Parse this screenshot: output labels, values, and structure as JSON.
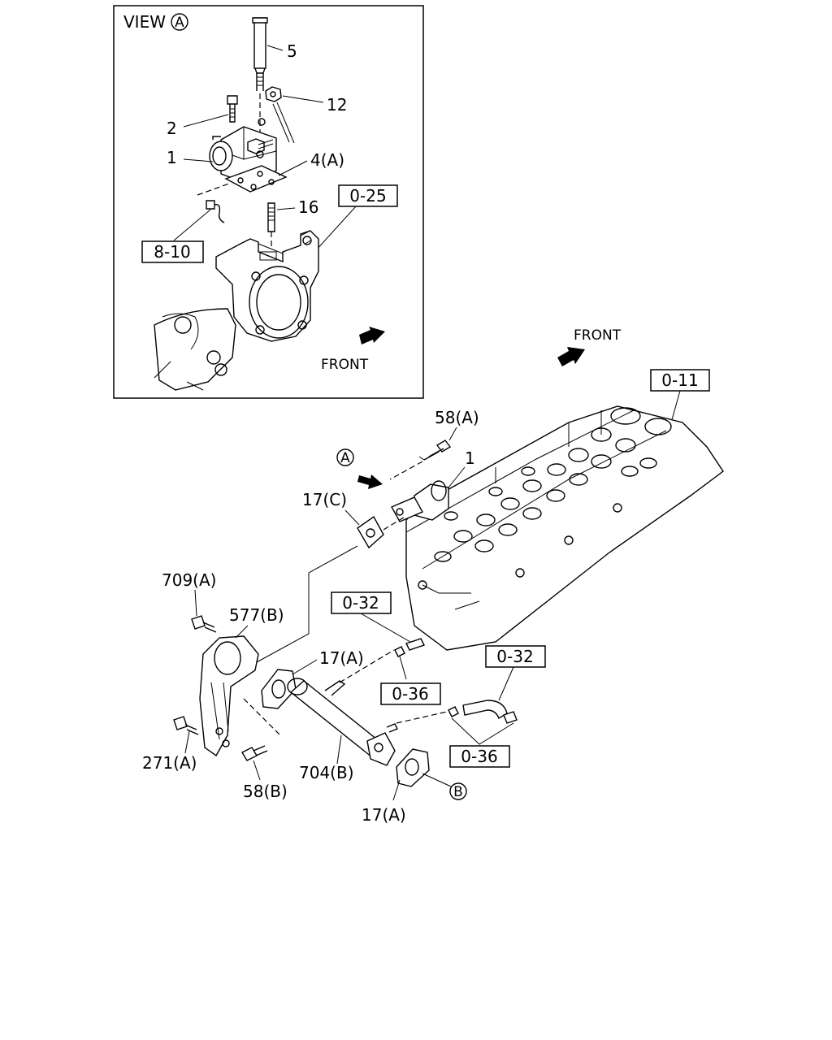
{
  "view": {
    "title": "VIEW",
    "marker": "A",
    "front_label": "FRONT",
    "labels": {
      "p5": "5",
      "p12": "12",
      "p2": "2",
      "p1": "1",
      "p4a": "4(A)",
      "p16": "16"
    },
    "refs": {
      "r025": "0-25",
      "r810": "8-10"
    }
  },
  "main": {
    "front_label": "FRONT",
    "marker_a": "A",
    "marker_b": "B",
    "labels": {
      "p58a": "58(A)",
      "p1": "1",
      "p17c": "17(C)",
      "p709a": "709(A)",
      "p577b": "577(B)",
      "p17a_1": "17(A)",
      "p271a": "271(A)",
      "p58b": "58(B)",
      "p704b": "704(B)",
      "p17a_2": "17(A)"
    },
    "refs": {
      "r011": "0-11",
      "r032_1": "0-32",
      "r036_1": "0-36",
      "r032_2": "0-32",
      "r036_2": "0-36"
    }
  }
}
